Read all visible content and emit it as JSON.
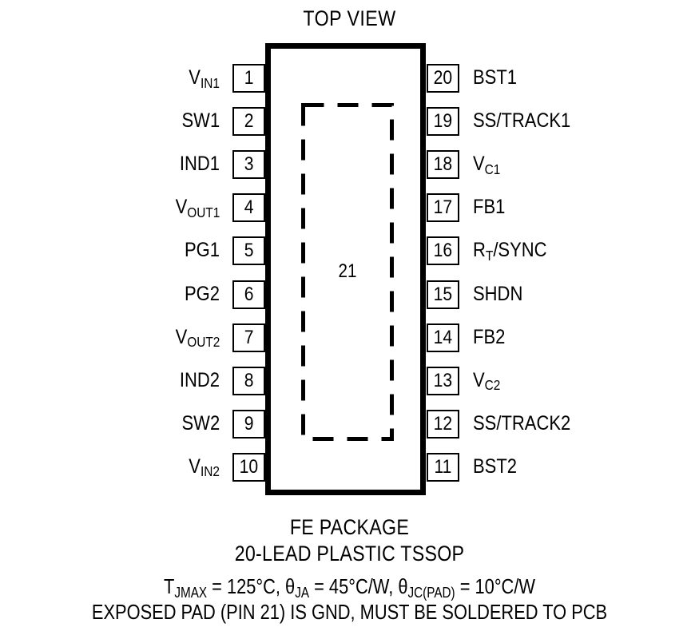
{
  "header": {
    "title": "TOP VIEW"
  },
  "package": {
    "pad_number": "21",
    "name_line1": "FE PACKAGE",
    "name_line2": "20-LEAD PLASTIC TSSOP",
    "thermal_line": "TJMAX = 125°C, θJA = 45°C/W, θJC(PAD) = 10°C/W",
    "pad_note": "EXPOSED PAD (PIN 21) IS GND, MUST BE SOLDERED TO PCB"
  },
  "thermal_parts": {
    "t_jmax_sym": "T",
    "t_jmax_sub": "JMAX",
    "t_jmax_val": " = 125°C, ",
    "theta_ja_sym": "θ",
    "theta_ja_sub": "JA",
    "theta_ja_val": " = 45°C/W, ",
    "theta_jc_sym": "θ",
    "theta_jc_sub": "JC(PAD)",
    "theta_jc_val": " = 10°C/W"
  },
  "pins_left": [
    {
      "number": "1",
      "label_main": "V",
      "label_sub": "IN1",
      "label_tail": ""
    },
    {
      "number": "2",
      "label_main": "SW1",
      "label_sub": "",
      "label_tail": ""
    },
    {
      "number": "3",
      "label_main": "IND1",
      "label_sub": "",
      "label_tail": ""
    },
    {
      "number": "4",
      "label_main": "V",
      "label_sub": "OUT1",
      "label_tail": ""
    },
    {
      "number": "5",
      "label_main": "PG1",
      "label_sub": "",
      "label_tail": ""
    },
    {
      "number": "6",
      "label_main": "PG2",
      "label_sub": "",
      "label_tail": ""
    },
    {
      "number": "7",
      "label_main": "V",
      "label_sub": "OUT2",
      "label_tail": ""
    },
    {
      "number": "8",
      "label_main": "IND2",
      "label_sub": "",
      "label_tail": ""
    },
    {
      "number": "9",
      "label_main": "SW2",
      "label_sub": "",
      "label_tail": ""
    },
    {
      "number": "10",
      "label_main": "V",
      "label_sub": "IN2",
      "label_tail": ""
    }
  ],
  "pins_right": [
    {
      "number": "20",
      "label_main": "BST1",
      "label_sub": "",
      "label_tail": ""
    },
    {
      "number": "19",
      "label_main": "SS/TRACK1",
      "label_sub": "",
      "label_tail": ""
    },
    {
      "number": "18",
      "label_main": "V",
      "label_sub": "C1",
      "label_tail": ""
    },
    {
      "number": "17",
      "label_main": "FB1",
      "label_sub": "",
      "label_tail": ""
    },
    {
      "number": "16",
      "label_main": "R",
      "label_sub": "T",
      "label_tail": "/SYNC"
    },
    {
      "number": "15",
      "label_main": "SHDN",
      "label_sub": "",
      "label_tail": ""
    },
    {
      "number": "14",
      "label_main": "FB2",
      "label_sub": "",
      "label_tail": ""
    },
    {
      "number": "13",
      "label_main": "V",
      "label_sub": "C2",
      "label_tail": ""
    },
    {
      "number": "12",
      "label_main": "SS/TRACK2",
      "label_sub": "",
      "label_tail": ""
    },
    {
      "number": "11",
      "label_main": "BST2",
      "label_sub": "",
      "label_tail": ""
    }
  ]
}
